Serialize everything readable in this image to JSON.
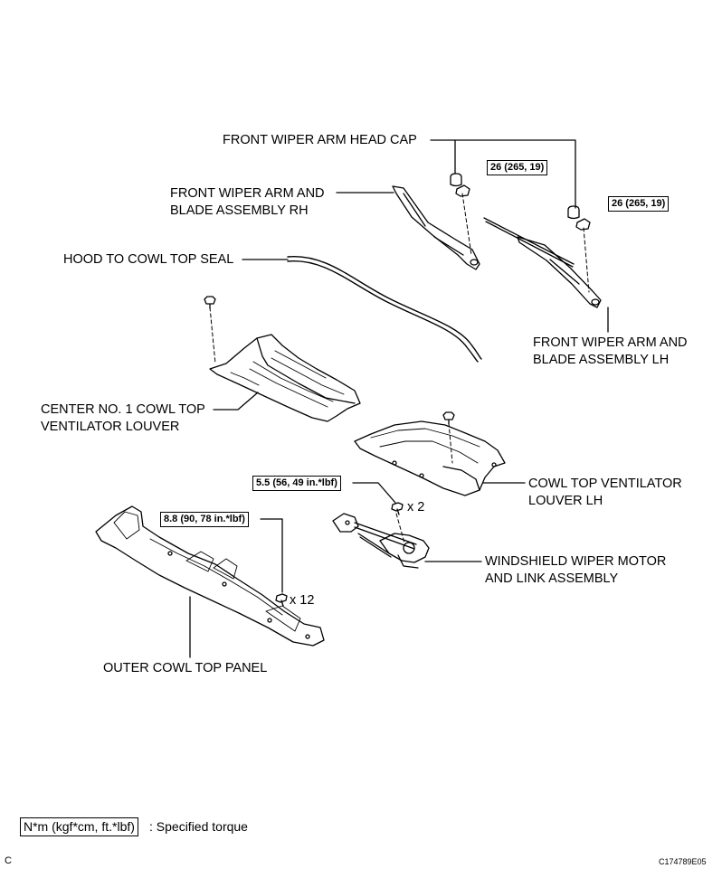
{
  "labels": {
    "wiper_head_cap": "FRONT WIPER ARM HEAD CAP",
    "wiper_rh_l1": "FRONT WIPER ARM AND",
    "wiper_rh_l2": "BLADE ASSEMBLY RH",
    "hood_seal": "HOOD TO COWL TOP SEAL",
    "wiper_lh_l1": "FRONT WIPER ARM AND",
    "wiper_lh_l2": "BLADE ASSEMBLY LH",
    "center_louver_l1": "CENTER NO. 1 COWL TOP",
    "center_louver_l2": "VENTILATOR LOUVER",
    "louver_lh_l1": "COWL TOP VENTILATOR",
    "louver_lh_l2": "LOUVER LH",
    "wiper_motor_l1": "WINDSHIELD WIPER MOTOR",
    "wiper_motor_l2": "AND LINK ASSEMBLY",
    "outer_panel": "OUTER COWL TOP PANEL"
  },
  "torques": {
    "rh_nut": "26 (265, 19)",
    "lh_nut": "26 (265, 19)",
    "motor_bolt": "5.5 (56, 49 in.*lbf)",
    "panel_bolt": "8.8 (90, 78 in.*lbf)"
  },
  "quantities": {
    "motor_bolt": "x 2",
    "panel_bolt": "x 12"
  },
  "legend": {
    "unit": "N*m (kgf*cm, ft.*lbf)",
    "desc": ": Specified torque"
  },
  "corner": {
    "section": "C",
    "figure_id": "C174789E05"
  }
}
